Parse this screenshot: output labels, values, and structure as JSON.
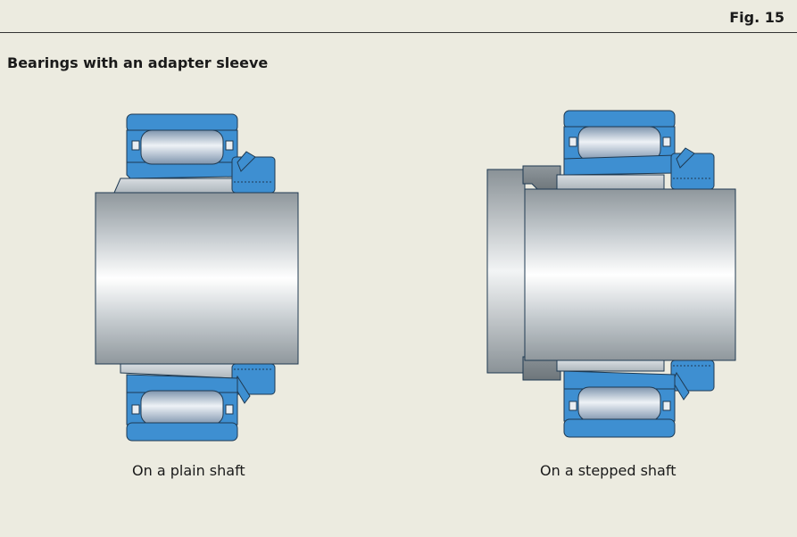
{
  "figure": {
    "label": "Fig. 15",
    "title": "Bearings with an adapter sleeve"
  },
  "diagrams": [
    {
      "caption": "On a plain shaft"
    },
    {
      "caption": "On a stepped shaft"
    }
  ],
  "colors": {
    "background": "#ecebe0",
    "bearing_blue": "#3e8fd1",
    "shaft_steel": "#c8ced2",
    "outline": "#1f3a52"
  }
}
